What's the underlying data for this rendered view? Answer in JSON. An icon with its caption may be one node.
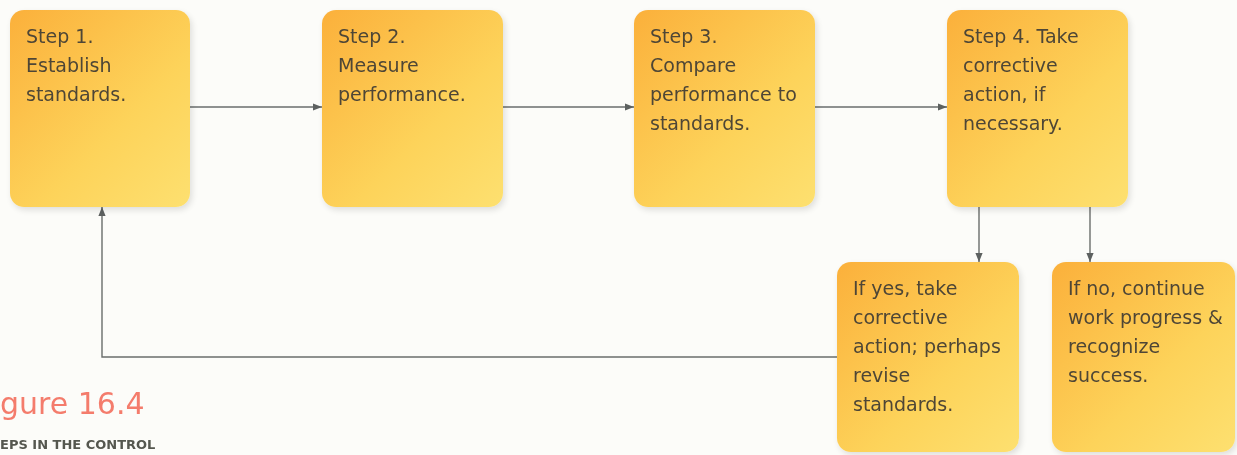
{
  "diagram": {
    "nodes": [
      {
        "text": [
          "Step 1. Establish standards."
        ]
      },
      {
        "text": [
          "Step 2. Measure performance."
        ]
      },
      {
        "text": [
          "Step 3. Compare performance to standards."
        ]
      },
      {
        "text": [
          "Step 4. Take corrective action, if necessary."
        ]
      },
      {
        "text": [
          "If yes, take corrective action; perhaps revise standards."
        ]
      },
      {
        "text": [
          "If no, continue work progress & recognize success."
        ]
      }
    ],
    "edges": [
      {
        "from": 0,
        "to": 1,
        "arrow": "to"
      },
      {
        "from": 1,
        "to": 2,
        "arrow": "to"
      },
      {
        "from": 2,
        "to": 3,
        "arrow": "to"
      },
      {
        "from": 3,
        "to": 4,
        "arrow": "to"
      },
      {
        "from": 3,
        "to": 5,
        "arrow": "to"
      },
      {
        "from": 4,
        "to": 0,
        "arrow": "to"
      }
    ],
    "labels": [
      "gure 16.4",
      "EPS IN THE CONTROL"
    ]
  }
}
